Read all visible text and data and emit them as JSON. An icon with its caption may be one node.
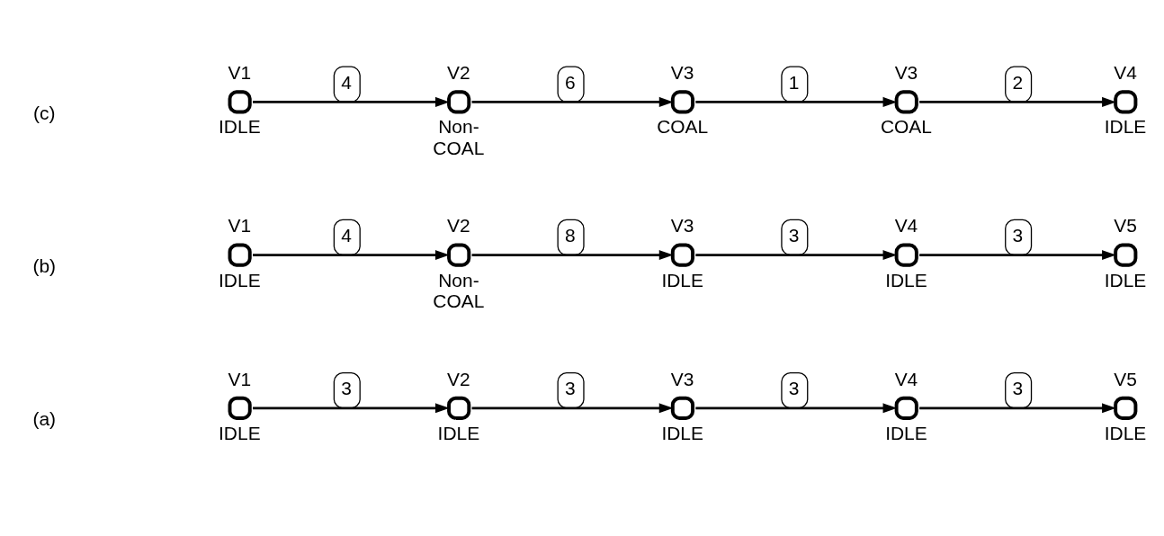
{
  "diagram": {
    "nodes": [
      {
        "text": [],
        "shape": "circle",
        "beside": [
          "V1",
          "IDLE"
        ]
      },
      {
        "text": [],
        "shape": "circle",
        "beside": [
          "V2",
          "IDLE"
        ]
      },
      {
        "text": [],
        "shape": "circle",
        "beside": [
          "V3",
          "IDLE"
        ]
      },
      {
        "text": [],
        "shape": "circle",
        "beside": [
          "V4",
          "IDLE"
        ]
      },
      {
        "text": [],
        "shape": "circle",
        "beside": [
          "V5",
          "IDLE"
        ]
      },
      {
        "text": [],
        "shape": "circle",
        "beside": [
          "V1",
          "IDLE"
        ]
      },
      {
        "text": [],
        "shape": "circle",
        "beside": [
          "V2",
          "Non- COAL"
        ]
      },
      {
        "text": [],
        "shape": "circle",
        "beside": [
          "V3",
          "IDLE"
        ]
      },
      {
        "text": [],
        "shape": "circle",
        "beside": [
          "V4",
          "IDLE"
        ]
      },
      {
        "text": [],
        "shape": "circle",
        "beside": [
          "V5",
          "IDLE"
        ]
      },
      {
        "text": [],
        "shape": "circle",
        "beside": [
          "V1",
          "IDLE"
        ]
      },
      {
        "text": [],
        "shape": "circle",
        "beside": [
          "V2",
          "Non- COAL"
        ]
      },
      {
        "text": [],
        "shape": "circle",
        "beside": [
          "V3",
          "COAL"
        ]
      },
      {
        "text": [],
        "shape": "circle",
        "beside": [
          "V3",
          "COAL"
        ]
      },
      {
        "text": [],
        "shape": "circle",
        "beside": [
          "V4",
          "IDLE"
        ]
      }
    ],
    "edges": [
      {
        "from": 0,
        "to": 1,
        "arrow": "to",
        "label": "3"
      },
      {
        "from": 1,
        "to": 2,
        "arrow": "to",
        "label": "3"
      },
      {
        "from": 2,
        "to": 3,
        "arrow": "to",
        "label": "3"
      },
      {
        "from": 3,
        "to": 4,
        "arrow": "to",
        "label": "3"
      },
      {
        "from": 5,
        "to": 6,
        "arrow": "to",
        "label": "4"
      },
      {
        "from": 6,
        "to": 7,
        "arrow": "to",
        "label": "8"
      },
      {
        "from": 7,
        "to": 8,
        "arrow": "to",
        "label": "3"
      },
      {
        "from": 8,
        "to": 9,
        "arrow": "to",
        "label": "3"
      },
      {
        "from": 10,
        "to": 11,
        "arrow": "to",
        "label": "4"
      },
      {
        "from": 11,
        "to": 12,
        "arrow": "to",
        "label": "6"
      },
      {
        "from": 12,
        "to": 13,
        "arrow": "to",
        "label": "1"
      },
      {
        "from": 13,
        "to": 14,
        "arrow": "to",
        "label": "2"
      }
    ],
    "labels": [
      "(a)",
      "(b)",
      "(c)"
    ]
  }
}
